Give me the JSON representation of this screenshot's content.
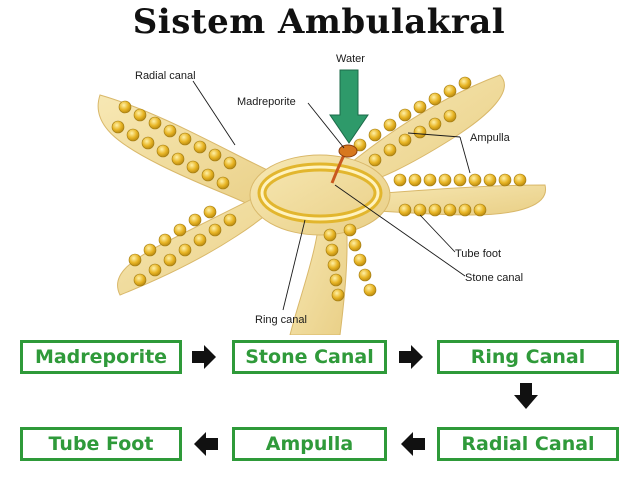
{
  "title": "Sistem Ambulakral",
  "diagram_labels": {
    "water": "Water",
    "radial_canal": "Radial canal",
    "madreporite": "Madreporite",
    "ampulla": "Ampulla",
    "tube_foot": "Tube foot",
    "stone_canal": "Stone canal",
    "ring_canal": "Ring canal"
  },
  "flow": {
    "row1": [
      "Madreporite",
      "Stone Canal",
      "Ring Canal"
    ],
    "row2": [
      "Tube Foot",
      "Ampulla",
      "Radial Canal"
    ]
  },
  "colors": {
    "box_border": "#2e9a39",
    "box_text": "#2f9a3a",
    "arrow": "#111111",
    "water_arrow": "#2e9a6a",
    "starfish_body": "#f2dc9a",
    "ampulla_bulb": "#e8b525"
  }
}
